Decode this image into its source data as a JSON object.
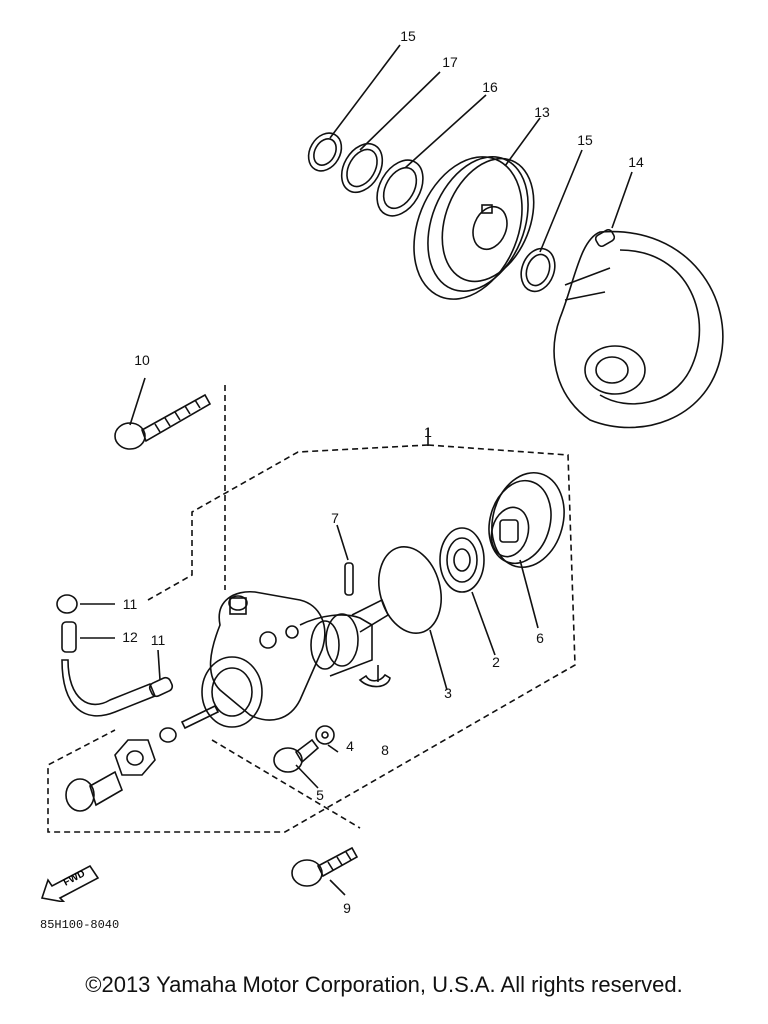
{
  "labels": {
    "l1": "1",
    "l2": "2",
    "l3": "3",
    "l4": "4",
    "l5": "5",
    "l6": "6",
    "l7": "7",
    "l8": "8",
    "l9": "9",
    "l10": "10",
    "l11a": "11",
    "l11b": "11",
    "l12": "12",
    "l13": "13",
    "l14": "14",
    "l15a": "15",
    "l15b": "15",
    "l16": "16",
    "l17": "17"
  },
  "fwd": "FWD",
  "drawing_code": "85H100-8040",
  "copyright": "©2013 Yamaha Motor Corporation, U.S.A. All rights reserved."
}
